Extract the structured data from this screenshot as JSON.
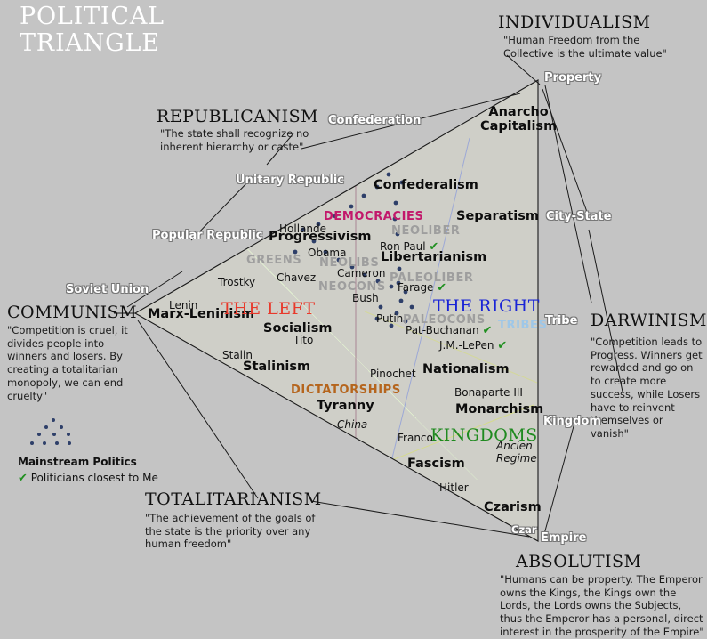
{
  "title": "POLITICAL\nTRIANGLE",
  "title_line1": "POLITICAL",
  "title_line2": "TRIANGLE",
  "corners": {
    "individualism": {
      "name": "INDIVIDUALISM",
      "quote": "\"Human Freedom from the Collective is the ultimate value\""
    },
    "communism": {
      "name": "COMMUNISM",
      "quote": "\"Competition is cruel, it divides people into winners and losers. By creating a totalitarian monopoly, we can end cruelty\""
    },
    "darwinism": {
      "name": "DARWINISM",
      "quote": "\"Competition leads to Progress. Winners get rewarded and go on to create more success, while Losers have to reinvent themselves or vanish\""
    },
    "republicanism": {
      "name": "REPUBLICANISM",
      "quote": "\"The state shall recognize no inherent hierarchy or caste\""
    },
    "totalitarianism": {
      "name": "TOTALITARIANISM",
      "quote": "\"The achievement of the goals of the state is the priority over any human freedom\""
    },
    "absolutism": {
      "name": "ABSOLUTISM",
      "quote": "\"Humans can be property. The Emperor owns the Kings, the Kings own the Lords, the Lords owns the Subjects, thus the Emperor has a personal, direct interest in the prosperity of the Empire\""
    }
  },
  "external_nodes": [
    {
      "label": "Confederation"
    },
    {
      "label": "Unitary Republic"
    },
    {
      "label": "Popular Republic"
    },
    {
      "label": "Soviet Union"
    },
    {
      "label": "Property"
    },
    {
      "label": "City-State"
    },
    {
      "label": "Tribe"
    },
    {
      "label": "Kingdom"
    },
    {
      "label": "Empire"
    },
    {
      "label": "Czar"
    }
  ],
  "node_labels": {
    "confederation": "Confederation",
    "unitary_republic": "Unitary Republic",
    "popular_republic": "Popular Republic",
    "soviet_union": "Soviet Union",
    "property": "Property",
    "city_state": "City-State",
    "tribe": "Tribe",
    "kingdom": "Kingdom",
    "empire": "Empire",
    "czar": "Czar"
  },
  "ideologies": [
    {
      "label": "Anarcho Capitalism"
    },
    {
      "label": "Confederalism"
    },
    {
      "label": "Separatism"
    },
    {
      "label": "Progressivism"
    },
    {
      "label": "Libertarianism"
    },
    {
      "label": "Marx-Leninism"
    },
    {
      "label": "Socialism"
    },
    {
      "label": "Stalinism"
    },
    {
      "label": "Nationalism"
    },
    {
      "label": "Monarchism"
    },
    {
      "label": "Tyranny"
    },
    {
      "label": "Fascism"
    },
    {
      "label": "Czarism"
    }
  ],
  "ideology_labels": {
    "anarcho_capitalism_l1": "Anarcho",
    "anarcho_capitalism_l2": "Capitalism",
    "confederalism": "Confederalism",
    "separatism": "Separatism",
    "progressivism": "Progressivism",
    "libertarianism": "Libertarianism",
    "marx_leninism": "Marx-Leninism",
    "socialism": "Socialism",
    "stalinism": "Stalinism",
    "nationalism": "Nationalism",
    "monarchism": "Monarchism",
    "tyranny": "Tyranny",
    "fascism": "Fascism",
    "czarism": "Czarism"
  },
  "zones": {
    "democracies": {
      "label": "DEMOCRACIES",
      "color": "#c2186b"
    },
    "greens": {
      "label": "GREENS",
      "color": "#a7a7a7"
    },
    "neolibs": {
      "label": "NEOLIBS",
      "color": "#a7a7a7"
    },
    "neocons": {
      "label": "NEOCONS",
      "color": "#a7a7a7"
    },
    "neoliber": {
      "label": "NEOLIBER",
      "color": "#a7a7a7"
    },
    "paleoliber": {
      "label": "PALEOLIBER",
      "color": "#a7a7a7"
    },
    "paleocons": {
      "label": "PALEOCONS",
      "color": "#a7a7a7"
    },
    "tribes": {
      "label": "TRIBES",
      "color": "#9ec7e8"
    },
    "dictatorships": {
      "label": "DICTATORSHIPS",
      "color": "#b5651d"
    },
    "the_left": {
      "label": "THE LEFT",
      "color": "#e8392b"
    },
    "the_right": {
      "label": "THE RIGHT",
      "color": "#1a24d6"
    },
    "kingdoms": {
      "label": "KINGDOMS",
      "color": "#1f8a1f"
    }
  },
  "politicians": [
    {
      "name": "Hollande",
      "check": false
    },
    {
      "name": "Obama",
      "check": false
    },
    {
      "name": "Trostky",
      "check": false
    },
    {
      "name": "Chavez",
      "check": false
    },
    {
      "name": "Cameron",
      "check": false
    },
    {
      "name": "Bush",
      "check": false
    },
    {
      "name": "Lenin",
      "check": false
    },
    {
      "name": "Stalin",
      "check": false
    },
    {
      "name": "Tito",
      "check": false
    },
    {
      "name": "Ron Paul",
      "check": true
    },
    {
      "name": "Farage",
      "check": true
    },
    {
      "name": "Putin",
      "check": false
    },
    {
      "name": "Pat-Buchanan",
      "check": true
    },
    {
      "name": "J.M.-LePen",
      "check": true
    },
    {
      "name": "Pinochet",
      "check": false
    },
    {
      "name": "Bonaparte III",
      "check": false
    },
    {
      "name": "China",
      "check": false
    },
    {
      "name": "Franco",
      "check": false
    },
    {
      "name": "Ancien Regime",
      "check": false
    },
    {
      "name": "Hitler",
      "check": false
    }
  ],
  "person_labels": {
    "hollande": "Hollande",
    "obama": "Obama",
    "trostky": "Trostky",
    "chavez": "Chavez",
    "cameron": "Cameron",
    "bush": "Bush",
    "lenin": "Lenin",
    "stalin": "Stalin",
    "tito": "Tito",
    "ron_paul": "Ron Paul",
    "farage": "Farage",
    "putin": "Putin",
    "pat_buchanan": "Pat-Buchanan",
    "jm_lepen": "J.M.-LePen",
    "pinochet": "Pinochet",
    "bonaparte_iii": "Bonaparte III",
    "china": "China",
    "franco": "Franco",
    "ancien_regime_l1": "Ancien",
    "ancien_regime_l2": "Regime",
    "hitler": "Hitler",
    "check_mark": "✔"
  },
  "legend": {
    "mainstream_label": "Mainstream Politics",
    "closest_label": "Politicians closest to Me",
    "check_mark": "✔",
    "dot_color": "#2e3f69",
    "check_color": "#1f8f1f"
  },
  "colors": {
    "background": "#c4c4c4",
    "vertex_top_blue": "#6f6bf5",
    "vertex_left_red": "#fc5548",
    "vertex_bottom_green": "#82f528",
    "line": "#1a1a1a",
    "title_white": "#ffffff"
  }
}
